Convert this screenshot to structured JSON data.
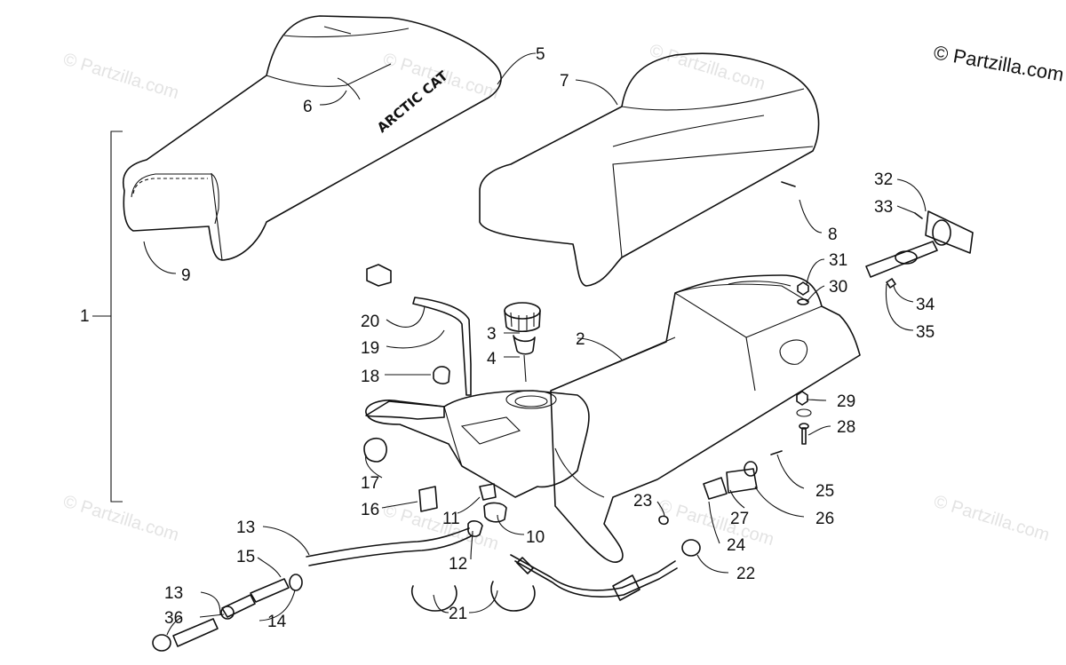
{
  "copyright": "© Partzilla.com",
  "watermark": "© Partzilla.com",
  "seat_logo": "ARCTIC CAT",
  "callouts": [
    "1",
    "2",
    "3",
    "4",
    "5",
    "6",
    "7",
    "8",
    "9",
    "10",
    "11",
    "12",
    "13",
    "13",
    "14",
    "15",
    "16",
    "17",
    "18",
    "19",
    "20",
    "21",
    "22",
    "23",
    "24",
    "25",
    "26",
    "27",
    "28",
    "29",
    "30",
    "31",
    "32",
    "33",
    "34",
    "35",
    "36"
  ]
}
